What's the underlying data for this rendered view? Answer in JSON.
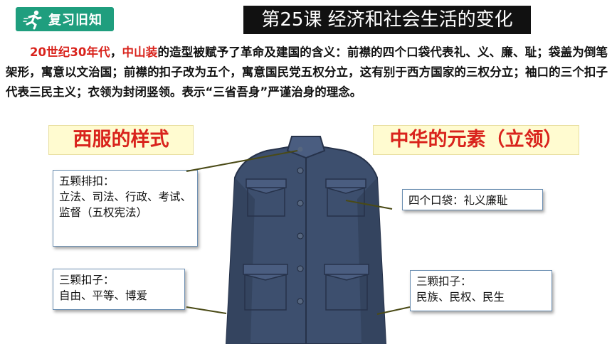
{
  "header": {
    "badge_label": "复习旧知",
    "lesson_title": "第25课 经济和社会生活的变化"
  },
  "paragraph": {
    "seg1_red": "20世纪30年代",
    "seg2": "，",
    "seg3_red": "中山装",
    "seg4": "的造型被赋予了革命及建国的含义：前襟的四个口袋代表礼、义、廉、耻；袋盖为倒笔架形，寓意以文治国；前襟的扣子改为五个，寓意国民党五权分立，这有别于西方国家的三权分立；袖口的三个扣子代表三民主义；衣领为封闭竖领。表示“三省吾身”严谨治身的理念。"
  },
  "labels": {
    "western_style": "西服的样式",
    "chinese_elements": "中华的元素（立领）"
  },
  "callouts": {
    "five_buttons_title": "五颗排扣：",
    "five_buttons_body": "立法、司法、行政、考试、监督（五权宪法）",
    "four_pockets": "四个口袋：礼义廉耻",
    "sleeve_left_title": "三颗扣子：",
    "sleeve_left_body": "自由、平等、博爱",
    "sleeve_right_title": "三颗扣子：",
    "sleeve_right_body": "民族、民权、民生"
  },
  "colors": {
    "badge": "#1f9e7e",
    "title_bg": "#111111",
    "accent_red": "#d9231c",
    "highlight_bg": "#fffbd0",
    "jacket": "#3d4f6e"
  }
}
